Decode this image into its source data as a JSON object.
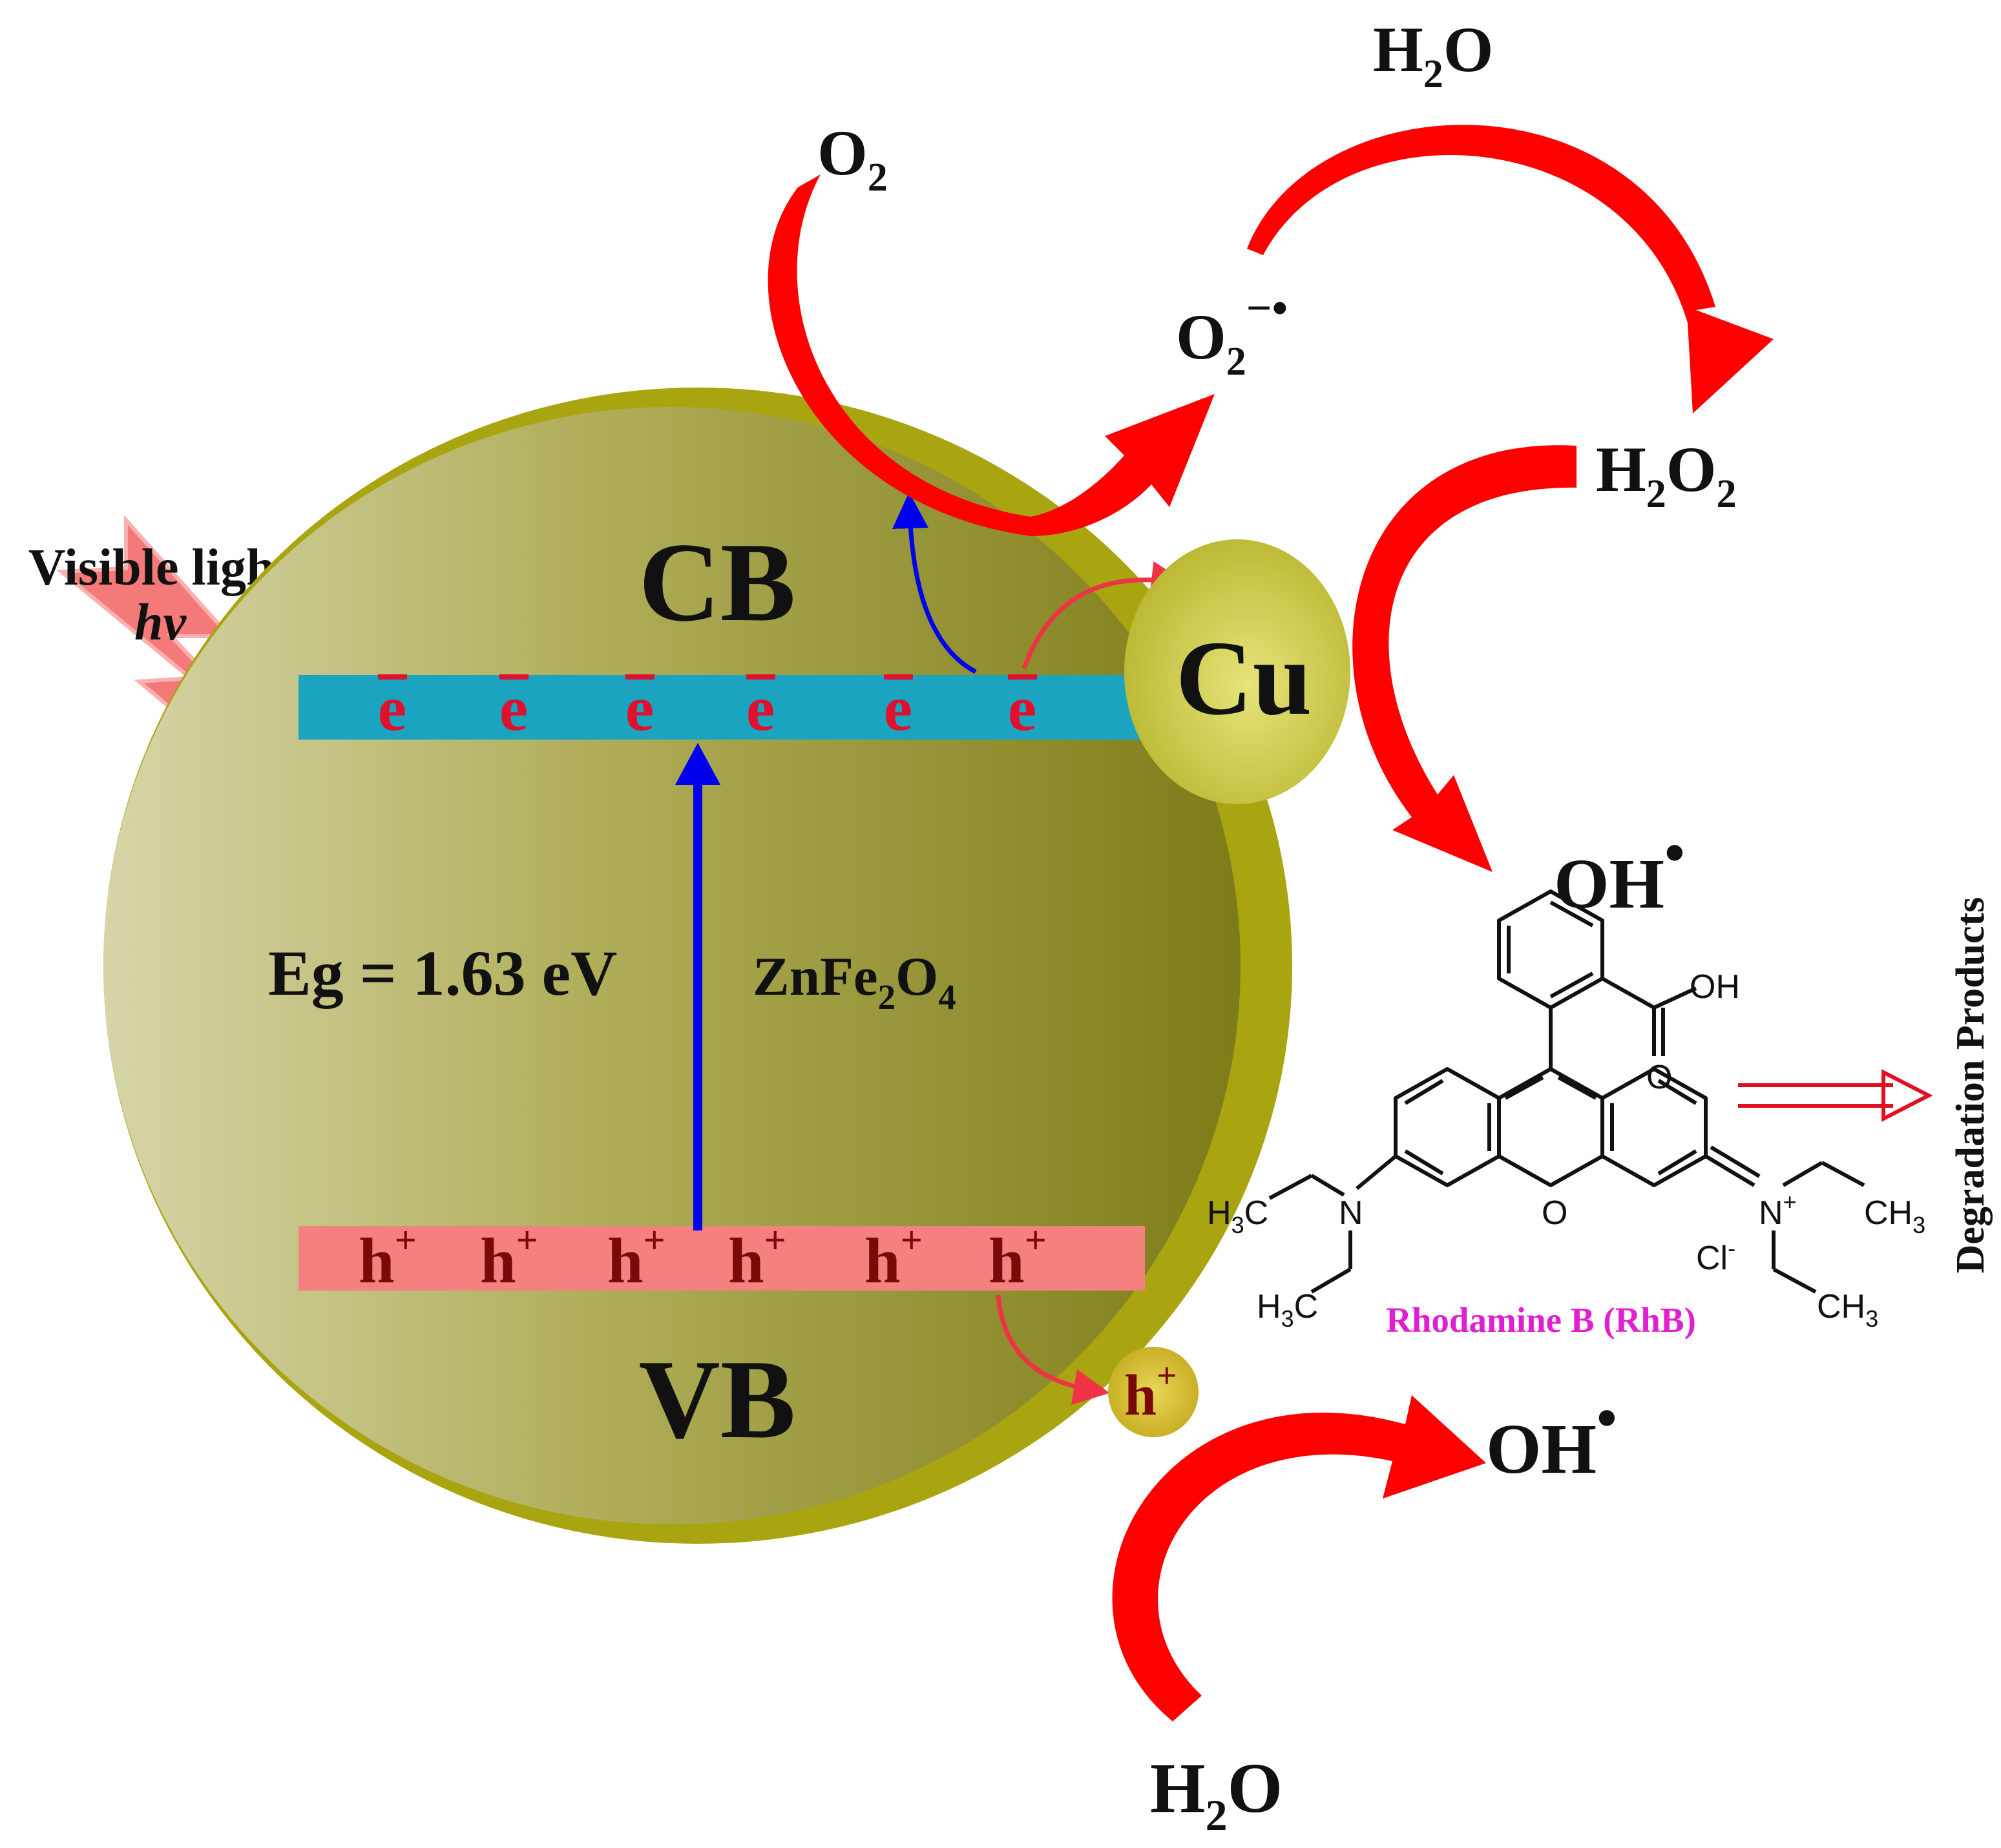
{
  "light": {
    "line1": "Visible light",
    "line2": "hv"
  },
  "bands": {
    "cb": "CB",
    "vb": "VB",
    "electron": "e",
    "hole_base": "h",
    "hole_sup": "+"
  },
  "gap": {
    "label": "Eg = 1.63 eV"
  },
  "catalyst": {
    "base": "ZnFe",
    "sub1": "2",
    "mid": "O",
    "sub2": "4"
  },
  "cu": {
    "label": "Cu"
  },
  "surface_hole": {
    "base": "h",
    "sup": "+"
  },
  "species": {
    "o2": {
      "base": "O",
      "sub": "2"
    },
    "superoxide": {
      "base": "O",
      "sub": "2",
      "sup": "−•"
    },
    "h2o_top": {
      "h": "H",
      "sub": "2",
      "o": "O"
    },
    "h2o2": {
      "h": "H",
      "sub1": "2",
      "o": "O",
      "sub2": "2"
    },
    "oh_top": {
      "base": "OH",
      "sup": "•"
    },
    "oh_bottom": {
      "base": "OH",
      "sup": "•"
    },
    "h2o_bottom": {
      "h": "H",
      "sub": "2",
      "o": "O"
    }
  },
  "molecule": {
    "name": "Rhodamine B (RhB)",
    "oh": "OH",
    "o_carbonyl": "O",
    "o_ring": "O",
    "n_left": "N",
    "n_right": "N",
    "n_plus": "+",
    "h3c_top": "H",
    "h3c_top_sub": "3",
    "h3c_top_c": "C",
    "h3c_bottom": "H",
    "h3c_bottom_sub": "3",
    "h3c_bottom_c": "C",
    "ch3_top": "CH",
    "ch3_top_sub": "3",
    "ch3_bottom": "CH",
    "ch3_bottom_sub": "3",
    "cl": "Cl",
    "cl_sup": "-"
  },
  "products": {
    "label": "Degradation Products"
  },
  "colors": {
    "sphere": "#9c9a3c",
    "cb_band": "#1aa4c0",
    "vb_band": "#f48080",
    "arrow_red": "#ff0000",
    "excitation_arrow": "#0000ee",
    "rhb_label": "#e020d0"
  }
}
